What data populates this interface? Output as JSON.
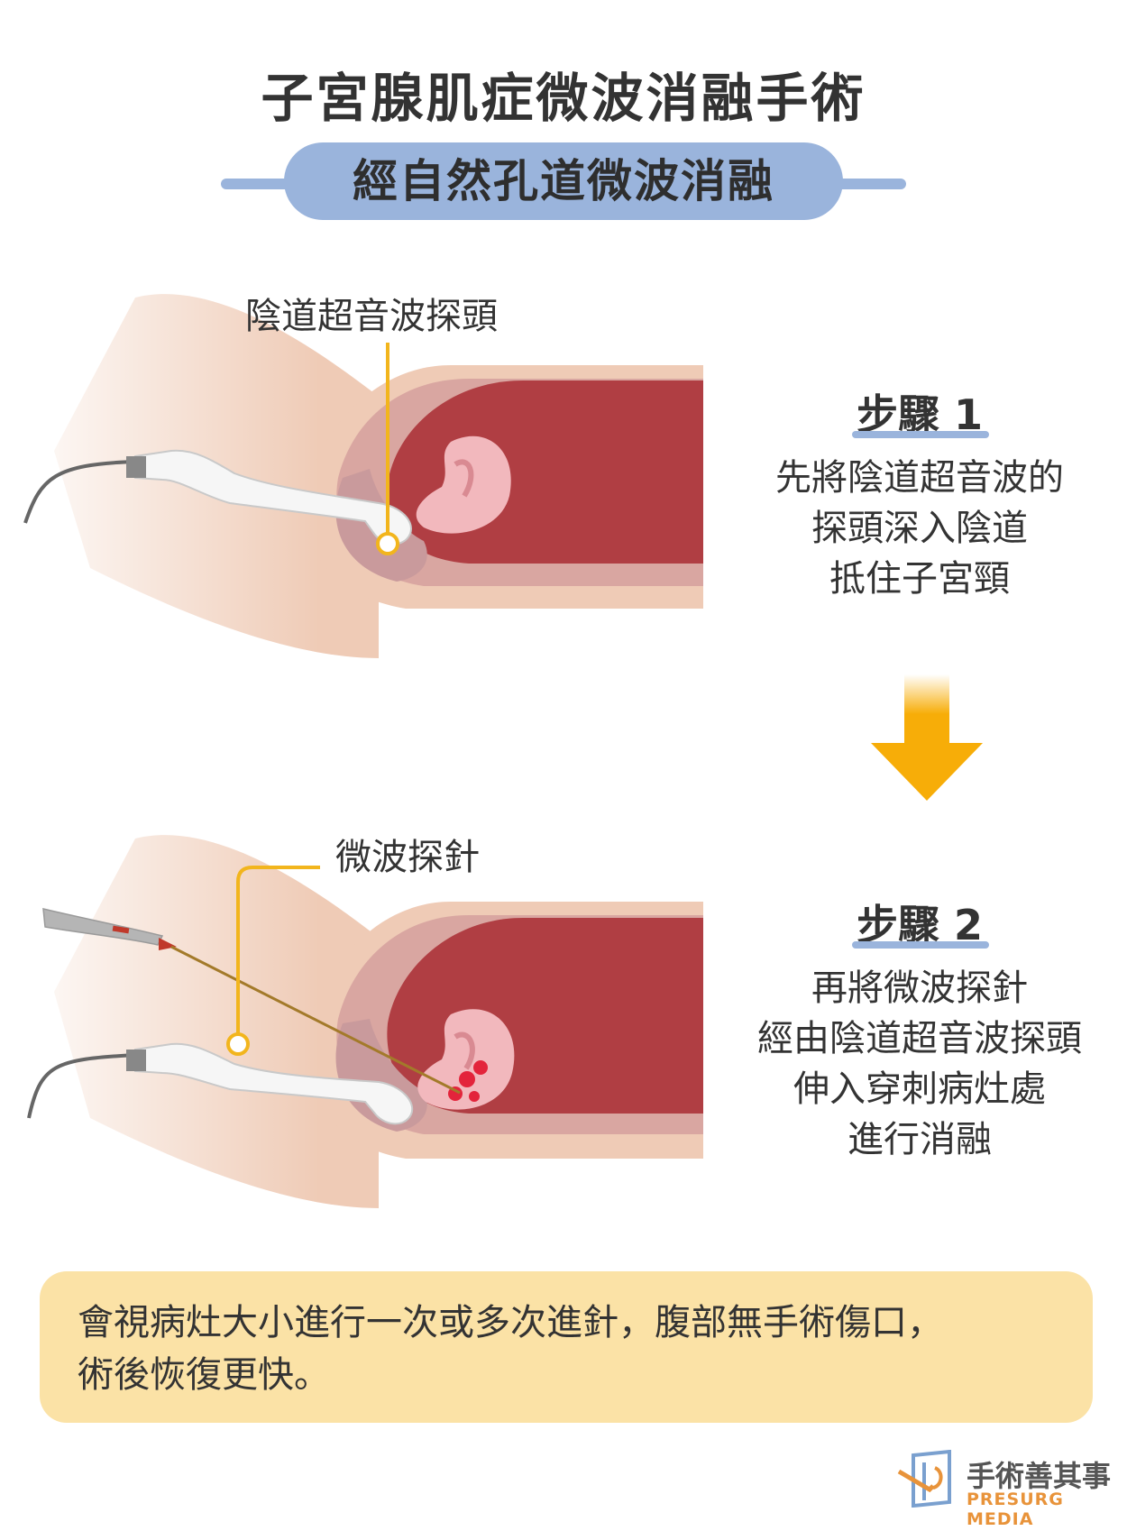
{
  "title": "子宮腺肌症微波消融手術",
  "subtitle": "經自然孔道微波消融",
  "callouts": {
    "probe_label": "陰道超音波探頭",
    "needle_label": "微波探針"
  },
  "steps": [
    {
      "title": "步驟 1",
      "lines": [
        "先將陰道超音波的",
        "探頭深入陰道",
        "抵住子宮頸"
      ]
    },
    {
      "title": "步驟 2",
      "lines": [
        "再將微波探針",
        "經由陰道超音波探頭",
        "伸入穿刺病灶處",
        "進行消融"
      ]
    }
  ],
  "note": {
    "line1": "會視病灶大小進行一次或多次進針，腹部無手術傷口，",
    "line2": "術後恢復更快。"
  },
  "brand": {
    "name": "手術善其事",
    "sub": "PRESURG MEDIA"
  },
  "colors": {
    "accent_blue": "#9ab4dc",
    "callout_yellow": "#f2b51d",
    "arrow_orange": "#f7ad08",
    "uterus_red": "#b03e43",
    "skin": "#efcbb6",
    "note_bg": "#fbe2a6"
  }
}
